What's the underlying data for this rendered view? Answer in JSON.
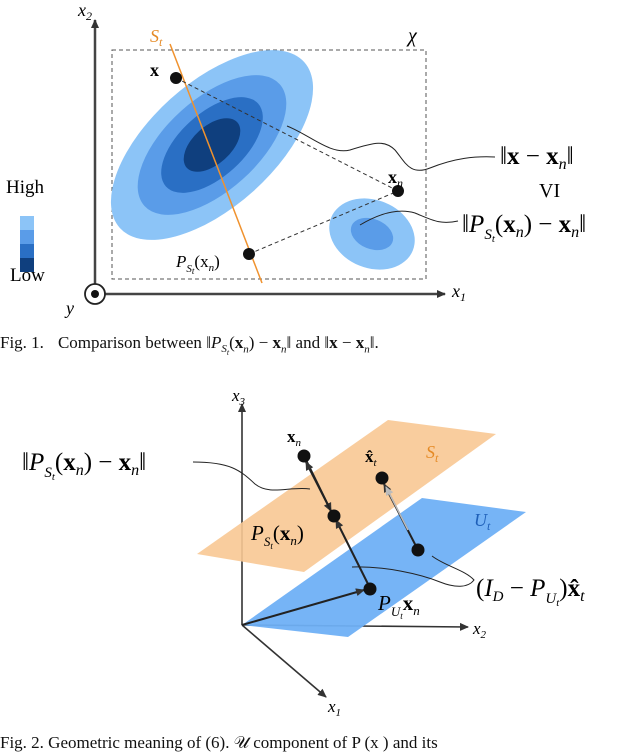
{
  "figure1": {
    "axis_x": "x",
    "axis_x_sub": "1",
    "axis_y": "x",
    "axis_y_sub": "2",
    "out_axis": "y",
    "domain_label": "χ",
    "line_label": "S",
    "line_label_sub": "t",
    "point_x": "x",
    "point_xn": "x",
    "point_xn_sub": "n",
    "projection_label": "P",
    "projection_sub": "S",
    "projection_arg": "(x",
    "projection_arg_sub": "n",
    "legend_high": "High",
    "legend_low": "Low",
    "ineq_symbol": "VI",
    "colors": {
      "level1": "#8cc4f7",
      "level2": "#5a9ce8",
      "level3": "#2a6fc4",
      "level4": "#0f3f7e",
      "line": "#f0922e"
    },
    "caption": {
      "label": "Fig. 1.",
      "text_a": "Comparison between",
      "text_b": "and"
    }
  },
  "figure2": {
    "axis_1": "x",
    "axis_1_sub": "1",
    "axis_2": "x",
    "axis_2_sub": "2",
    "axis_3": "x",
    "axis_3_sub": "3",
    "plane_s": "S",
    "plane_u": "U",
    "plane_sub": "t",
    "point_xn": "x",
    "point_xn_sub": "n",
    "point_xhat": "x̂",
    "point_xhat_sub": "t",
    "colors": {
      "plane_s": "#f8c894",
      "plane_u": "#6fb0f5"
    },
    "caption": "Fig. 2.  Geometric meaning of (6). 𝒰",
    "caption_tail": "component of  P  (x )  and its"
  }
}
